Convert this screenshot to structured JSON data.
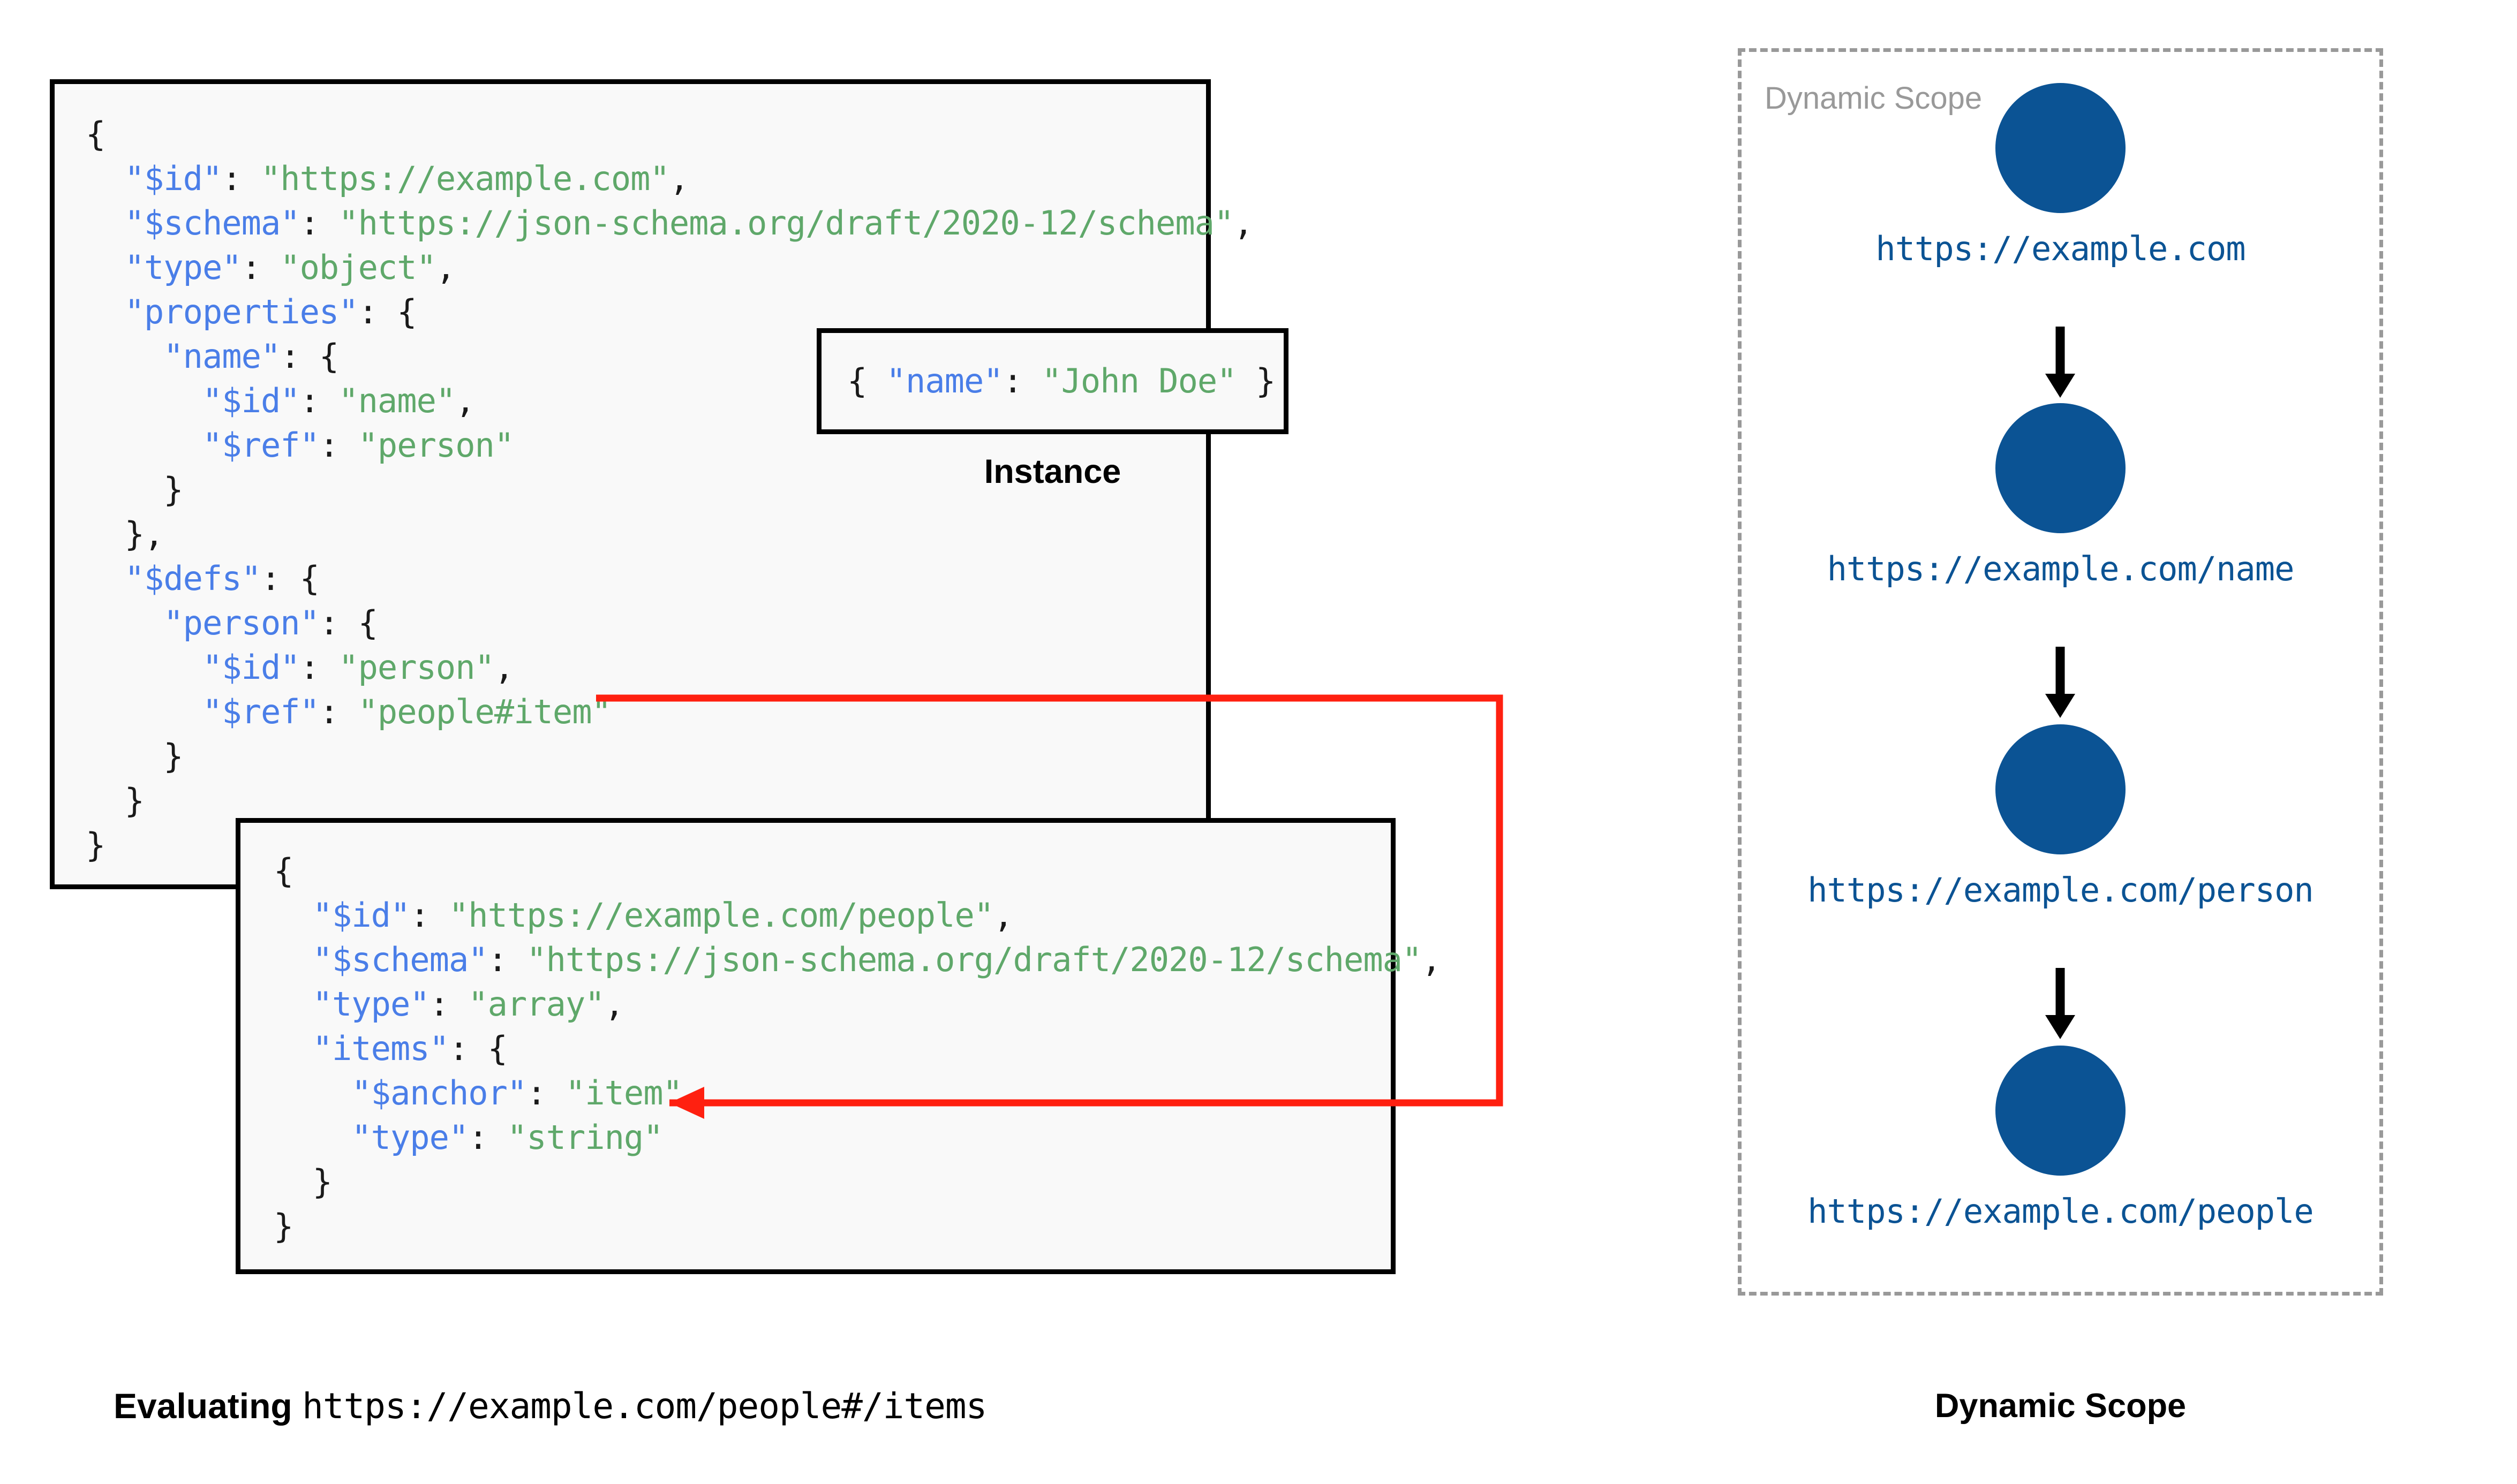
{
  "schema_box": {
    "name": "root-schema",
    "lines": [
      [
        {
          "t": "{",
          "c": "p"
        }
      ],
      [
        {
          "t": "  ",
          "c": "p"
        },
        {
          "t": "\"$id\"",
          "c": "k"
        },
        {
          "t": ": ",
          "c": "p"
        },
        {
          "t": "\"https://example.com\"",
          "c": "s"
        },
        {
          "t": ",",
          "c": "p"
        }
      ],
      [
        {
          "t": "  ",
          "c": "p"
        },
        {
          "t": "\"$schema\"",
          "c": "k"
        },
        {
          "t": ": ",
          "c": "p"
        },
        {
          "t": "\"https://json-schema.org/draft/2020-12/schema\"",
          "c": "s"
        },
        {
          "t": ",",
          "c": "p"
        }
      ],
      [
        {
          "t": "  ",
          "c": "p"
        },
        {
          "t": "\"type\"",
          "c": "k"
        },
        {
          "t": ": ",
          "c": "p"
        },
        {
          "t": "\"object\"",
          "c": "s"
        },
        {
          "t": ",",
          "c": "p"
        }
      ],
      [
        {
          "t": "  ",
          "c": "p"
        },
        {
          "t": "\"properties\"",
          "c": "k"
        },
        {
          "t": ": {",
          "c": "p"
        }
      ],
      [
        {
          "t": "    ",
          "c": "p"
        },
        {
          "t": "\"name\"",
          "c": "k"
        },
        {
          "t": ": {",
          "c": "p"
        }
      ],
      [
        {
          "t": "      ",
          "c": "p"
        },
        {
          "t": "\"$id\"",
          "c": "k"
        },
        {
          "t": ": ",
          "c": "p"
        },
        {
          "t": "\"name\"",
          "c": "s"
        },
        {
          "t": ",",
          "c": "p"
        }
      ],
      [
        {
          "t": "      ",
          "c": "p"
        },
        {
          "t": "\"$ref\"",
          "c": "k"
        },
        {
          "t": ": ",
          "c": "p"
        },
        {
          "t": "\"person\"",
          "c": "s"
        }
      ],
      [
        {
          "t": "    }",
          "c": "p"
        }
      ],
      [
        {
          "t": "  },",
          "c": "p"
        }
      ],
      [
        {
          "t": "  ",
          "c": "p"
        },
        {
          "t": "\"$defs\"",
          "c": "k"
        },
        {
          "t": ": {",
          "c": "p"
        }
      ],
      [
        {
          "t": "    ",
          "c": "p"
        },
        {
          "t": "\"person\"",
          "c": "k"
        },
        {
          "t": ": {",
          "c": "p"
        }
      ],
      [
        {
          "t": "      ",
          "c": "p"
        },
        {
          "t": "\"$id\"",
          "c": "k"
        },
        {
          "t": ": ",
          "c": "p"
        },
        {
          "t": "\"person\"",
          "c": "s"
        },
        {
          "t": ",",
          "c": "p"
        }
      ],
      [
        {
          "t": "      ",
          "c": "p"
        },
        {
          "t": "\"$ref\"",
          "c": "k"
        },
        {
          "t": ": ",
          "c": "p"
        },
        {
          "t": "\"people#item\"",
          "c": "s"
        }
      ],
      [
        {
          "t": "    }",
          "c": "p"
        }
      ],
      [
        {
          "t": "  }",
          "c": "p"
        }
      ],
      [
        {
          "t": "}",
          "c": "p"
        }
      ]
    ]
  },
  "instance_box": {
    "caption": "Instance",
    "lines": [
      [
        {
          "t": "{ ",
          "c": "p"
        },
        {
          "t": "\"name\"",
          "c": "k"
        },
        {
          "t": ": ",
          "c": "p"
        },
        {
          "t": "\"John Doe\"",
          "c": "s"
        },
        {
          "t": " }",
          "c": "p"
        }
      ]
    ]
  },
  "people_box": {
    "name": "people-schema",
    "lines": [
      [
        {
          "t": "{",
          "c": "p"
        }
      ],
      [
        {
          "t": "  ",
          "c": "p"
        },
        {
          "t": "\"$id\"",
          "c": "k"
        },
        {
          "t": ": ",
          "c": "p"
        },
        {
          "t": "\"https://example.com/people\"",
          "c": "s"
        },
        {
          "t": ",",
          "c": "p"
        }
      ],
      [
        {
          "t": "  ",
          "c": "p"
        },
        {
          "t": "\"$schema\"",
          "c": "k"
        },
        {
          "t": ": ",
          "c": "p"
        },
        {
          "t": "\"https://json-schema.org/draft/2020-12/schema\"",
          "c": "s"
        },
        {
          "t": ",",
          "c": "p"
        }
      ],
      [
        {
          "t": "  ",
          "c": "p"
        },
        {
          "t": "\"type\"",
          "c": "k"
        },
        {
          "t": ": ",
          "c": "p"
        },
        {
          "t": "\"array\"",
          "c": "s"
        },
        {
          "t": ",",
          "c": "p"
        }
      ],
      [
        {
          "t": "  ",
          "c": "p"
        },
        {
          "t": "\"items\"",
          "c": "k"
        },
        {
          "t": ": {",
          "c": "p"
        }
      ],
      [
        {
          "t": "    ",
          "c": "p"
        },
        {
          "t": "\"$anchor\"",
          "c": "k"
        },
        {
          "t": ": ",
          "c": "p"
        },
        {
          "t": "\"item\"",
          "c": "s"
        },
        {
          "t": ",",
          "c": "p"
        }
      ],
      [
        {
          "t": "    ",
          "c": "p"
        },
        {
          "t": "\"type\"",
          "c": "k"
        },
        {
          "t": ": ",
          "c": "p"
        },
        {
          "t": "\"string\"",
          "c": "s"
        }
      ],
      [
        {
          "t": "  }",
          "c": "p"
        }
      ],
      [
        {
          "t": "}",
          "c": "p"
        }
      ]
    ]
  },
  "reference_arrow": {
    "from": "\"people#item\"",
    "to": "\"$anchor\": \"item\"",
    "color": "#ff2010"
  },
  "dynamic_scope": {
    "panel_label": "Dynamic Scope",
    "caption": "Dynamic Scope",
    "node_color": "#0b5394",
    "nodes": [
      {
        "label": "https://example.com"
      },
      {
        "label": "https://example.com/name"
      },
      {
        "label": "https://example.com/person"
      },
      {
        "label": "https://example.com/people"
      }
    ]
  },
  "evaluating_caption": {
    "prefix": "Evaluating",
    "uri": "https://example.com/people#/items"
  },
  "colors": {
    "json_key": "#4a7ee8",
    "json_string": "#5fa86a",
    "box_border": "#000000",
    "box_background": "#f9f9f9",
    "scope_border": "#999999",
    "node_fill": "#0b5394",
    "ref_arrow": "#ff2010"
  }
}
